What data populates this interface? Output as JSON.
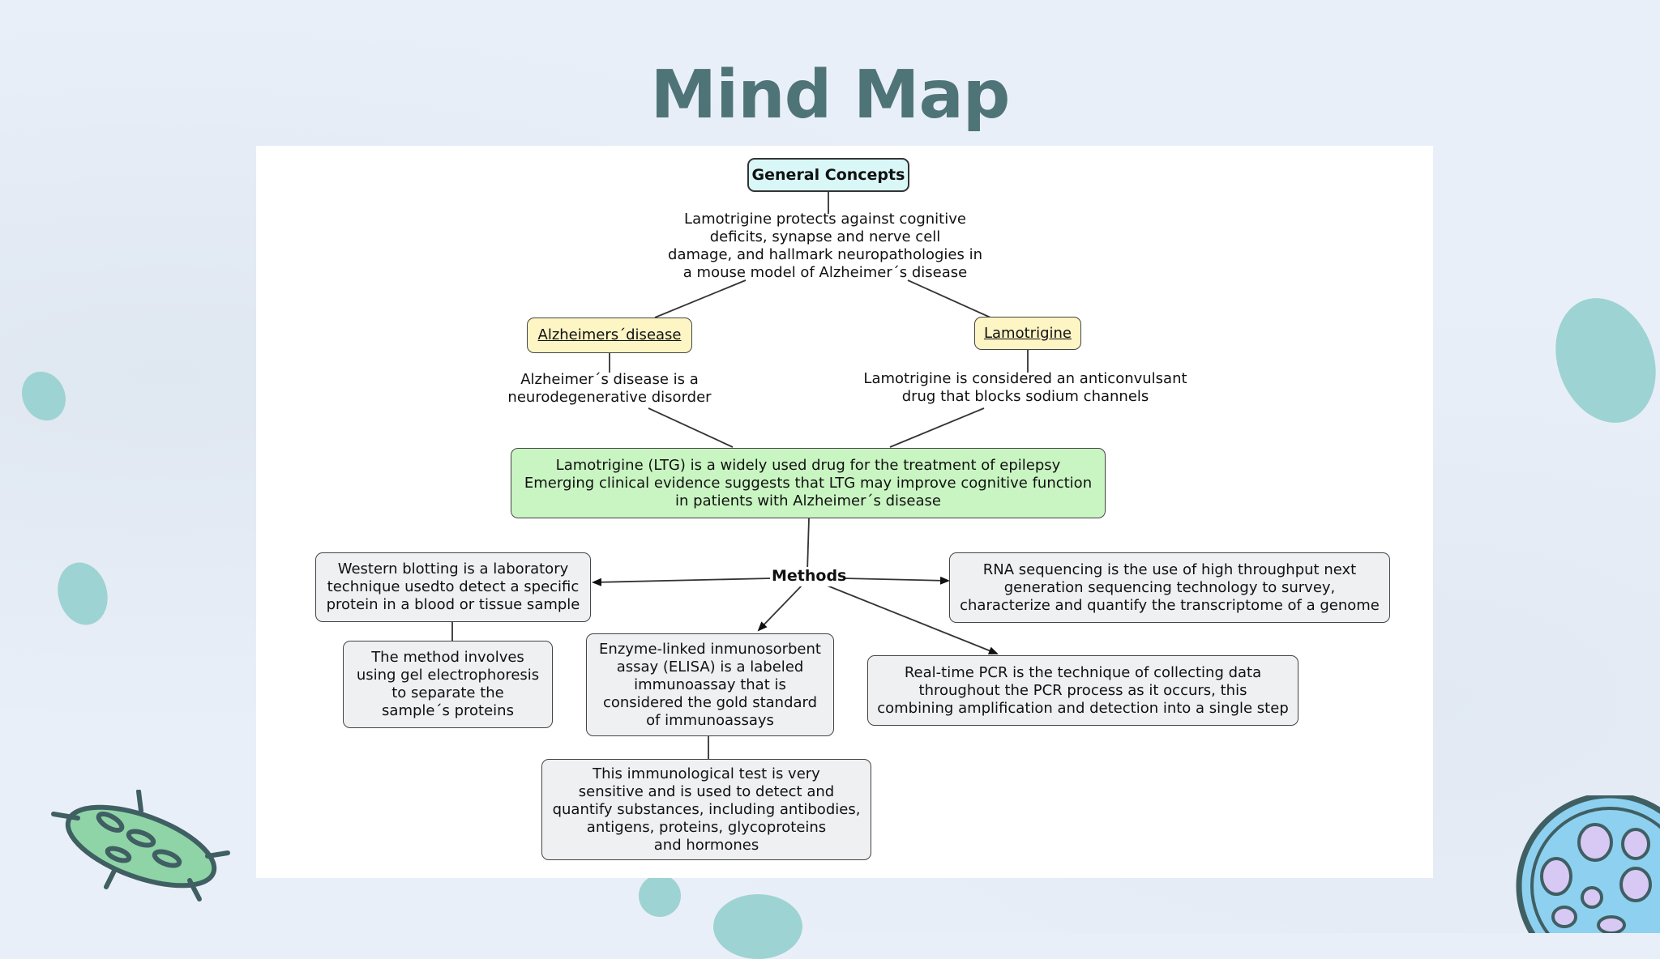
{
  "slide": {
    "title": "Mind Map"
  },
  "mindmap": {
    "general_concepts": "General Concepts",
    "summary": "Lamotrigine protects against cognitive\ndeficits, synapse and nerve cell\ndamage, and hallmark neuropathologies in\na mouse model of Alzheimer´s disease",
    "alzheimers": "Alzheimers´disease",
    "alz_desc": "Alzheimer´s disease is a\nneurodegenerative disorder",
    "lamotrigine": "Lamotrigine",
    "lam_desc": "Lamotrigine is considered an anticonvulsant\ndrug that blocks sodium channels",
    "ltg": "Lamotrigine (LTG) is a widely used drug for the treatment of epilepsy\nEmerging clinical evidence suggests that LTG may improve cognitive function\nin patients with Alzheimer´s  disease",
    "methods": "Methods",
    "western": "Western blotting is a laboratory\ntechnique usedto detect a specific\nprotein in a blood or tissue sample",
    "gel": "The method involves\nusing gel electrophoresis\nto separate the\nsample´s proteins",
    "elisa": "Enzyme-linked inmunosorbent\nassay (ELISA) is a labeled\nimmunoassay that is\nconsidered the gold standard\nof immunoassays",
    "immuno": "This immunological test is very\nsensitive and is used to detect and\nquantify substances, including antibodies,\nantigens, proteins, glycoproteins\nand hormones",
    "rna": "RNA sequencing is the use of high throughput next\ngeneration sequencing technology to survey,\ncharacterize and quantify the transcriptome of a genome",
    "pcr": "Real-time PCR is the technique of collecting data\nthroughout the PCR process as it occurs, this\ncombining amplification and detection into a single step"
  },
  "colors": {
    "title": "#4f7478",
    "teal_blob": "#9dd3d3",
    "green_node": "#c9f5c2",
    "yellow_node": "#fdf5c4",
    "cyan_node": "#d9f7f7"
  }
}
